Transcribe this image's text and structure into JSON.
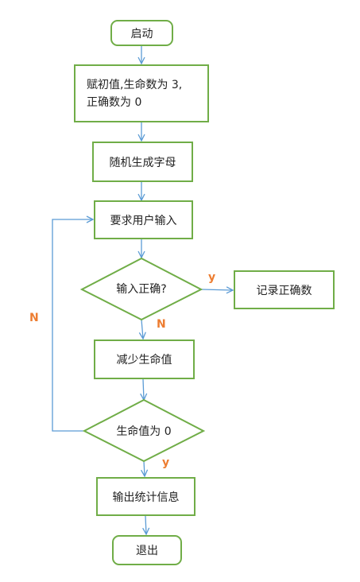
{
  "nodes": {
    "start": "启动",
    "init_line1": "赋初值,生命数为 3,",
    "init_line2": "正确数为 0",
    "random_letter": "随机生成字母",
    "ask_input": "要求用户输入",
    "check_correct": "输入正确?",
    "record_correct": "记录正确数",
    "decrease_life": "减少生命值",
    "check_life_zero": "生命值为 0",
    "output_stats": "输出统计信息",
    "exit": "退出"
  },
  "branch_labels": {
    "correct_yes": "y",
    "correct_no": "N",
    "life_no": "N",
    "life_yes": "y"
  },
  "colors": {
    "node_border": "#70ad47",
    "arrow": "#5b9bd5",
    "branch_label": "#ed7d31"
  }
}
